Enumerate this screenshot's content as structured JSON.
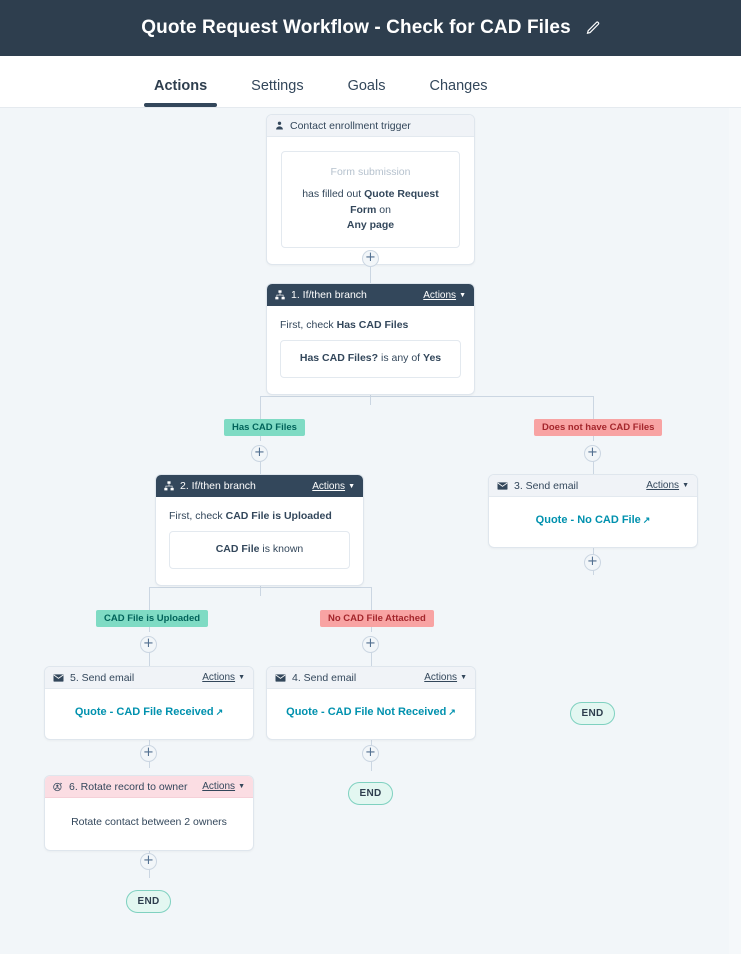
{
  "header": {
    "title": "Quote Request Workflow - Check for CAD Files",
    "edit_icon": "pencil-icon"
  },
  "tabs": [
    {
      "label": "Actions",
      "active": true
    },
    {
      "label": "Settings",
      "active": false
    },
    {
      "label": "Goals",
      "active": false
    },
    {
      "label": "Changes",
      "active": false
    }
  ],
  "colors": {
    "header_bg": "#2e3e4e",
    "canvas_bg": "#f2f6f9",
    "dark_head": "#33475b",
    "pink_head": "#fbdde3",
    "link": "#0091ae",
    "branch_green_bg": "#7fdbc4",
    "branch_green_text": "#00635a",
    "branch_red_bg": "#f8a3a3",
    "branch_red_text": "#a4262c",
    "end_bg": "#e3f7f1",
    "end_border": "#7fd1c0",
    "connector": "#cbd6e2"
  },
  "trigger": {
    "icon": "contact-person-icon",
    "title": "Contact enrollment trigger",
    "type_label": "Form submission",
    "line_prefix": "has filled out",
    "form_name": "Quote Request Form",
    "line_middle": "on",
    "page_name": "Any page"
  },
  "actions_label": "Actions",
  "branch1": {
    "icon": "sitemap-branch-icon",
    "title": "1. If/then branch",
    "pre": "First, check",
    "name": "Has CAD Files",
    "cond_bold": "Has CAD Files?",
    "cond_rest": "is any of",
    "cond_value": "Yes",
    "yes_label": "Has CAD Files",
    "no_label": "Does not have CAD Files"
  },
  "branch2": {
    "icon": "sitemap-branch-icon",
    "title": "2. If/then branch",
    "pre": "First, check",
    "name": "CAD File is Uploaded",
    "cond_bold": "CAD File",
    "cond_rest": "is known",
    "yes_label": "CAD File is Uploaded",
    "no_label": "No CAD File Attached"
  },
  "step3": {
    "icon": "envelope-icon",
    "title": "3. Send email",
    "email": "Quote - No CAD File",
    "ext_icon": "external-link-icon"
  },
  "step4": {
    "icon": "envelope-icon",
    "title": "4. Send email",
    "email": "Quote - CAD File Not Received",
    "ext_icon": "external-link-icon"
  },
  "step5": {
    "icon": "envelope-icon",
    "title": "5. Send email",
    "email": "Quote - CAD File Received",
    "ext_icon": "external-link-icon"
  },
  "step6": {
    "icon": "rotate-owner-icon",
    "title": "6. Rotate record to owner",
    "body": "Rotate contact between 2 owners"
  },
  "end_label": "END",
  "plus_label": "+"
}
